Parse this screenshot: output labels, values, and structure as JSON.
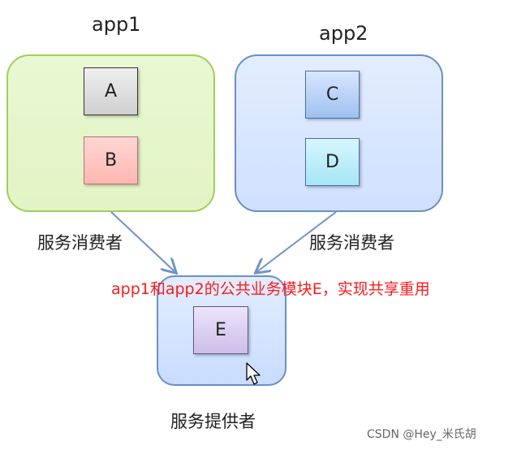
{
  "app1": {
    "title": "app1",
    "modules": [
      "A",
      "B"
    ],
    "role_label": "服务消费者"
  },
  "app2": {
    "title": "app2",
    "modules": [
      "C",
      "D"
    ],
    "role_label": "服务消费者"
  },
  "provider": {
    "module": "E",
    "role_label": "服务提供者"
  },
  "annotation": "app1和app2的公共业务模块E，实现共享重用",
  "watermark": "CSDN @Hey_米氏胡",
  "colors": {
    "app1_fill": "#e4f5c8",
    "app1_border": "#9fcf5a",
    "app2_fill": "#d6e6ff",
    "app2_border": "#6a8fc8",
    "module_a": "#d9d9d9",
    "module_b": "#ffc4c0",
    "module_c": "#b7d0f5",
    "module_d": "#b8eef8",
    "module_e": "#dcd0f0",
    "annotation_text": "#ff1a1a",
    "arrow": "#6f94c6"
  }
}
